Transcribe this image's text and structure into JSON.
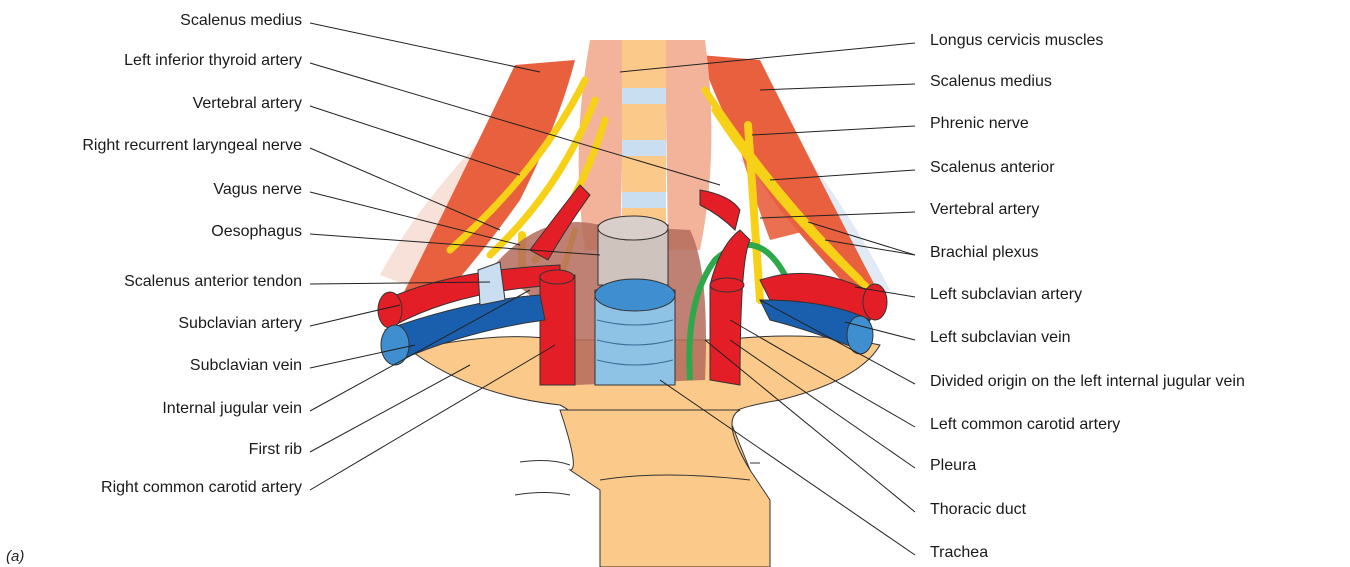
{
  "figure": {
    "panel_label": "(a)",
    "colors": {
      "muscle": "#e8603e",
      "muscle_light": "#f3b39b",
      "artery": "#e41e26",
      "vein": "#1a5fae",
      "nerve": "#f7d117",
      "bone": "#fbc98a",
      "trachea": "#8ec3e6",
      "oesophagus": "#cfc3bd",
      "pleura_green": "#2ea84a",
      "leader": "#222222"
    }
  },
  "labels_left": [
    "Scalenus medius",
    "Left inferior thyroid artery",
    "Vertebral artery",
    "Right recurrent laryngeal nerve",
    "Vagus nerve",
    "Oesophagus",
    "Scalenus anterior tendon",
    "Subclavian artery",
    "Subclavian vein",
    "Internal jugular vein",
    "First rib",
    "Right common carotid artery"
  ],
  "labels_right": [
    "Longus cervicis muscles",
    "Scalenus medius",
    "Phrenic nerve",
    "Scalenus anterior",
    "Vertebral artery",
    "Brachial plexus",
    "Left subclavian artery",
    "Left subclavian vein",
    "Divided origin on the left internal jugular vein",
    "Left common carotid artery",
    "Pleura",
    "Thoracic duct",
    "Trachea"
  ]
}
